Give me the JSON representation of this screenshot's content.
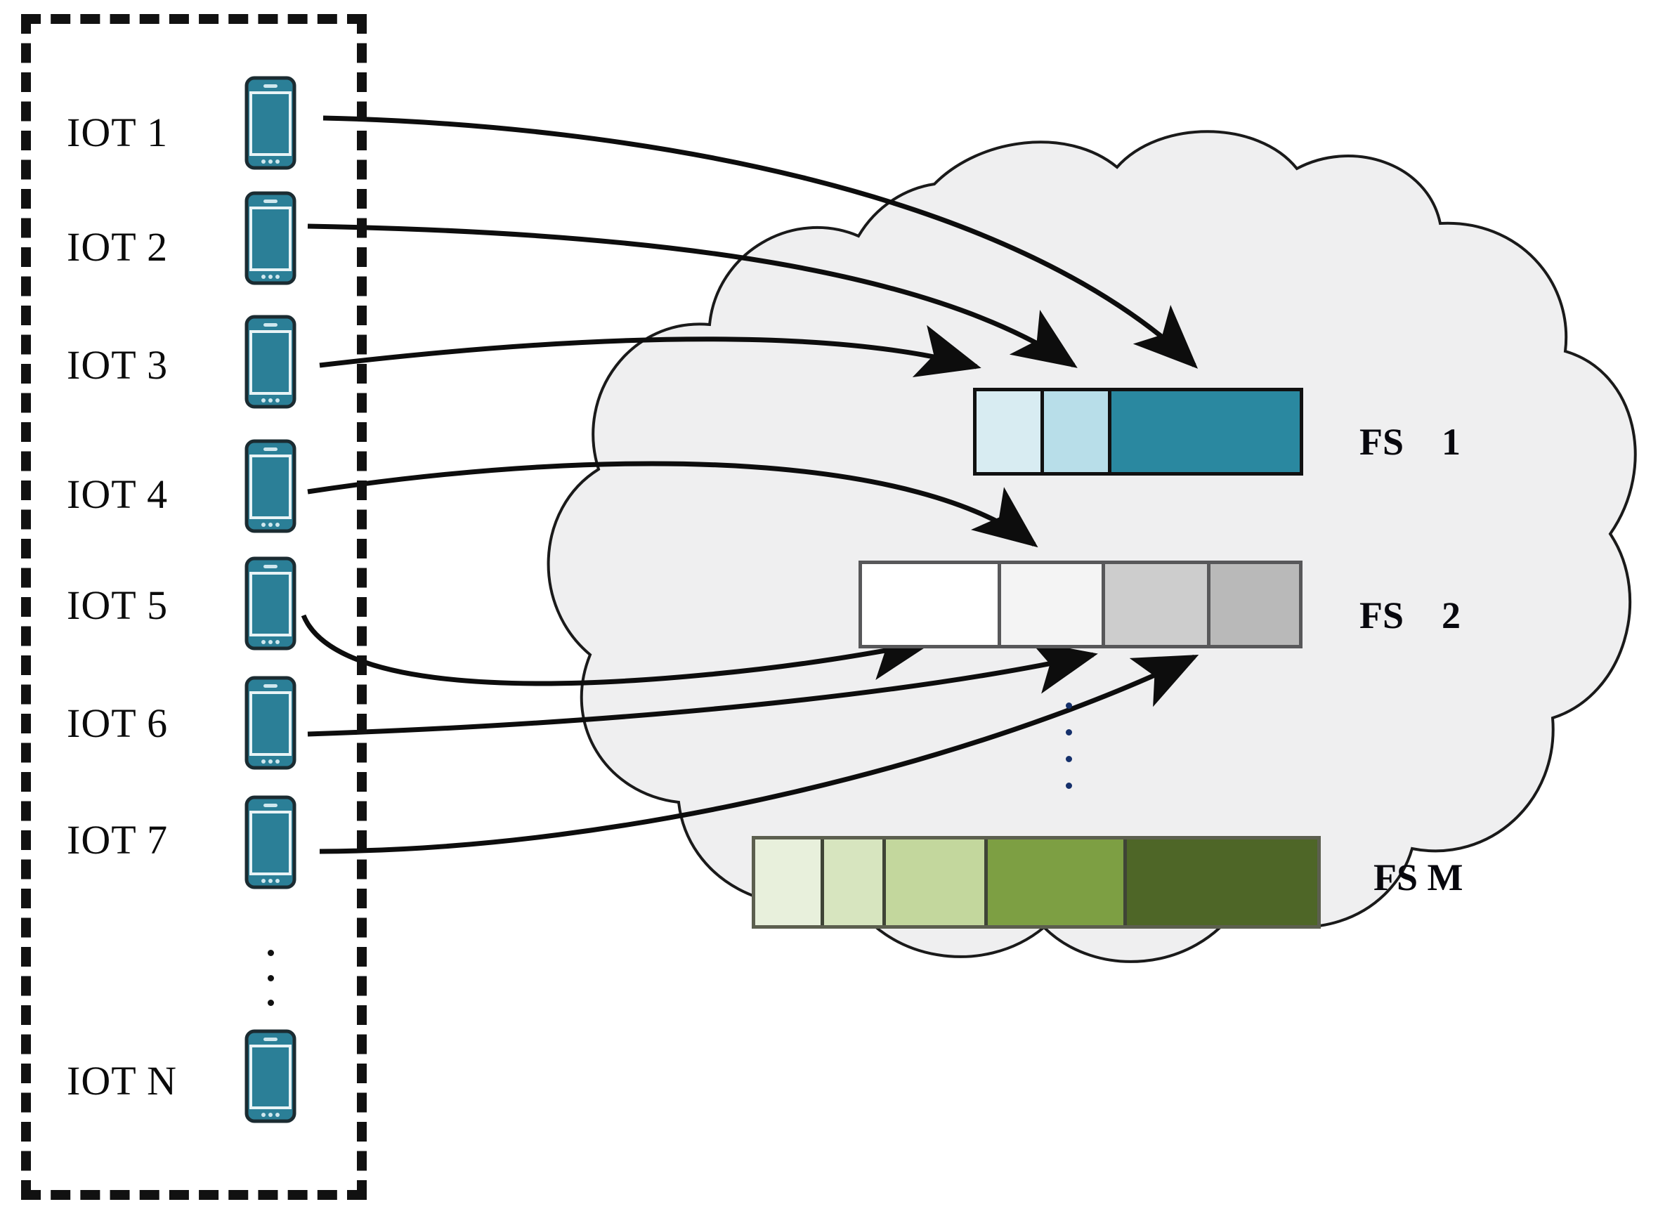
{
  "figure": {
    "type": "architecture-diagram",
    "description": "IoT devices offloading tasks to fog/cloud servers"
  },
  "edge_group": {
    "name": "iot-device-group",
    "border_style": "dashed",
    "border_color": "#111111",
    "devices": [
      {
        "label": "IOT 1",
        "icon": "smartphone-icon"
      },
      {
        "label": "IOT 2",
        "icon": "smartphone-icon"
      },
      {
        "label": "IOT 3",
        "icon": "smartphone-icon"
      },
      {
        "label": "IOT 4",
        "icon": "smartphone-icon"
      },
      {
        "label": "IOT 5",
        "icon": "smartphone-icon"
      },
      {
        "label": "IOT 6",
        "icon": "smartphone-icon"
      },
      {
        "label": "IOT 7",
        "icon": "smartphone-icon"
      },
      {
        "label": "IOT N",
        "icon": "smartphone-icon"
      }
    ],
    "ellipsis": "vertical-dots"
  },
  "cloud": {
    "name": "cloud-region",
    "fill": "#efeff0",
    "stroke": "#1a1a1a",
    "ellipsis": "vertical-dots",
    "servers": [
      {
        "label": "FS    1",
        "name": "fog-server-1",
        "segments": [
          {
            "color": "#d8ecf2",
            "width": 62
          },
          {
            "color": "#b8dee9",
            "width": 62
          },
          {
            "color": "#2a88a0",
            "width": 190
          }
        ]
      },
      {
        "label": "FS    2",
        "name": "fog-server-2",
        "segments": [
          {
            "color": "#ffffff",
            "width": 96
          },
          {
            "color": "#f2f2f2",
            "width": 62
          },
          {
            "color": "#cdcdcd",
            "width": 62
          },
          {
            "color": "#b9b9b9",
            "width": 62
          }
        ]
      },
      {
        "label": "FS M",
        "name": "fog-server-m",
        "segments": [
          {
            "color": "#e8f0dc",
            "width": 62
          },
          {
            "color": "#d7e5bf",
            "width": 62
          },
          {
            "color": "#c3d79d",
            "width": 84
          },
          {
            "color": "#7d9f43",
            "width": 92
          },
          {
            "color": "#4e6627",
            "width": 118
          }
        ]
      }
    ]
  },
  "links": [
    {
      "from": "IOT 1",
      "to": "FS    1",
      "name": "link-iot1-fs1"
    },
    {
      "from": "IOT 2",
      "to": "FS    1",
      "name": "link-iot2-fs1"
    },
    {
      "from": "IOT 3",
      "to": "FS    1",
      "name": "link-iot3-fs1"
    },
    {
      "from": "IOT 4",
      "to": "FS    2",
      "name": "link-iot4-fs2"
    },
    {
      "from": "IOT 5",
      "to": "FS    2",
      "name": "link-iot5-fs2"
    },
    {
      "from": "IOT 6",
      "to": "FS    2",
      "name": "link-iot6-fs2"
    },
    {
      "from": "IOT 7",
      "to": "FS    2",
      "name": "link-iot7-fs2"
    }
  ]
}
